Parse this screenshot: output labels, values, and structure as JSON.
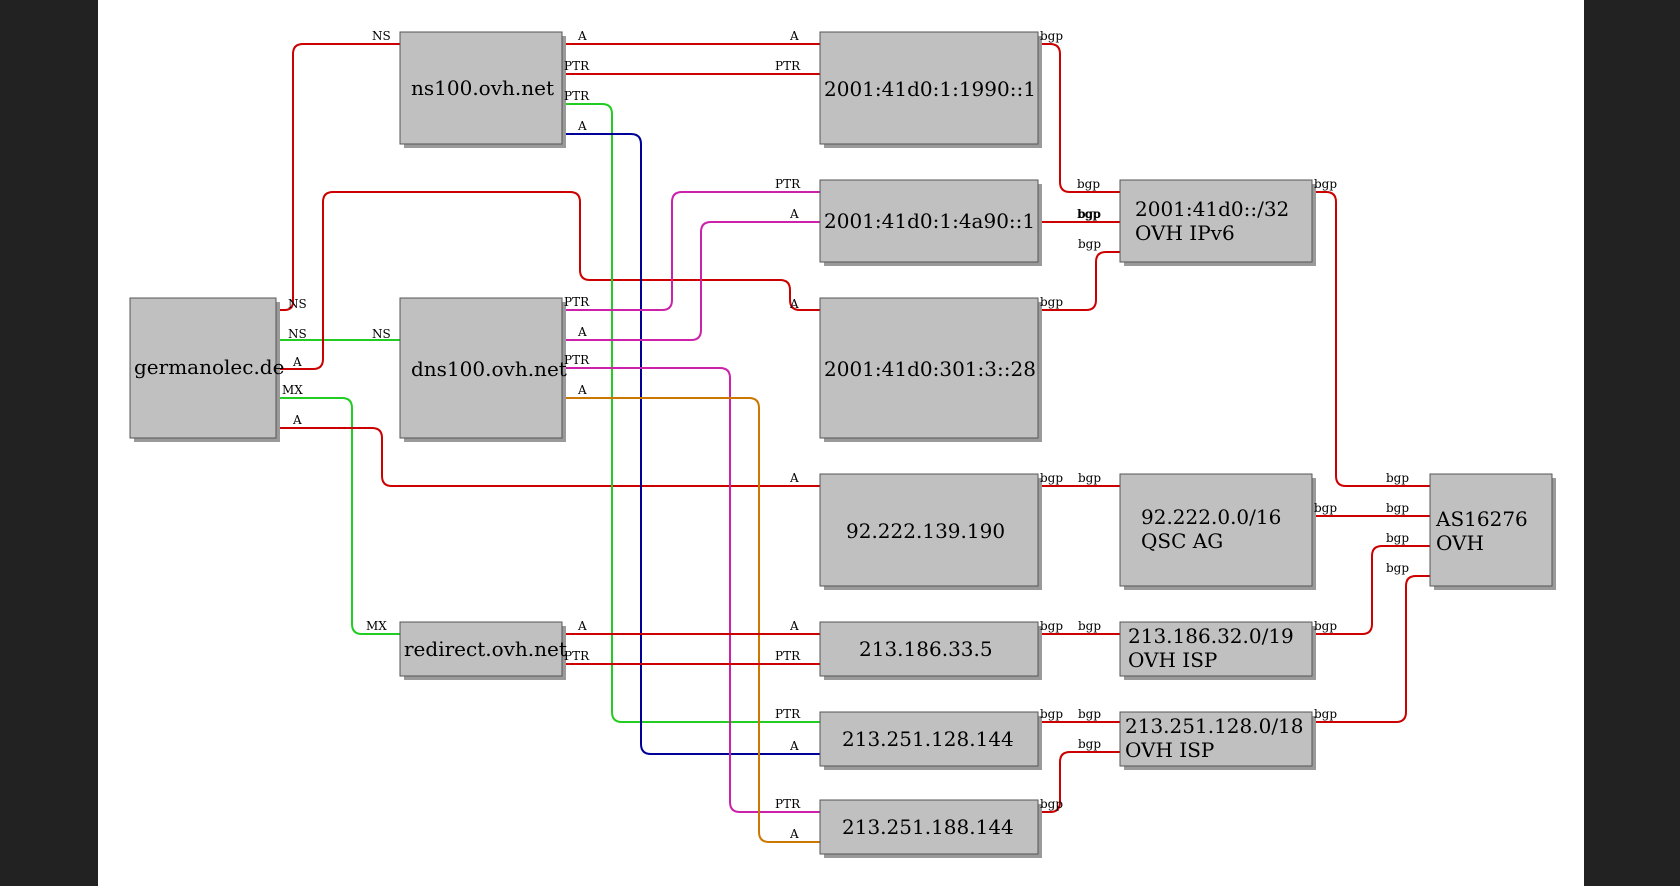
{
  "colors": {
    "frame": "#222222",
    "paper": "#ffffff",
    "node_fill": "#c0c0c0",
    "red": "#cc0000",
    "green": "#22cc22",
    "blue": "#000099",
    "magenta": "#cc22aa",
    "orange": "#cc7700"
  },
  "nodes": [
    {
      "id": "germanolec",
      "lines": [
        "germanolec.de"
      ]
    },
    {
      "id": "ns100",
      "lines": [
        "ns100.ovh.net"
      ]
    },
    {
      "id": "dns100",
      "lines": [
        "dns100.ovh.net"
      ]
    },
    {
      "id": "redirect",
      "lines": [
        "redirect.ovh.net"
      ]
    },
    {
      "id": "ip6_1990",
      "lines": [
        "2001:41d0:1:1990::1"
      ]
    },
    {
      "id": "ip6_4a90",
      "lines": [
        "2001:41d0:1:4a90::1"
      ]
    },
    {
      "id": "ip6_301",
      "lines": [
        "2001:41d0:301:3::28"
      ]
    },
    {
      "id": "ip4_92",
      "lines": [
        "92.222.139.190"
      ]
    },
    {
      "id": "ip4_213_33",
      "lines": [
        "213.186.33.5"
      ]
    },
    {
      "id": "ip4_251_128",
      "lines": [
        "213.251.128.144"
      ]
    },
    {
      "id": "ip4_251_188",
      "lines": [
        "213.251.188.144"
      ]
    },
    {
      "id": "net_ovh6",
      "lines": [
        "2001:41d0::/32",
        "OVH IPv6"
      ]
    },
    {
      "id": "net_qsc",
      "lines": [
        "92.222.0.0/16",
        "QSC AG"
      ]
    },
    {
      "id": "net_ovh_isp1",
      "lines": [
        "213.186.32.0/19",
        "OVH ISP"
      ]
    },
    {
      "id": "net_ovh_isp2",
      "lines": [
        "213.251.128.0/18",
        "OVH ISP"
      ]
    },
    {
      "id": "as_ovh",
      "lines": [
        "AS16276",
        "OVH"
      ]
    }
  ],
  "edges": [
    {
      "from": "germanolec",
      "to": "ns100",
      "color": "red",
      "from_label": "NS",
      "to_label": "NS"
    },
    {
      "from": "germanolec",
      "to": "dns100",
      "color": "green",
      "from_label": "NS",
      "to_label": "NS"
    },
    {
      "from": "germanolec",
      "to": "ip6_301",
      "color": "red",
      "from_label": "A",
      "to_label": "A"
    },
    {
      "from": "germanolec",
      "to": "redirect",
      "color": "green",
      "from_label": "MX",
      "to_label": "MX"
    },
    {
      "from": "germanolec",
      "to": "ip4_92",
      "color": "red",
      "from_label": "A",
      "to_label": "A"
    },
    {
      "from": "ns100",
      "to": "ip6_1990",
      "color": "red",
      "from_label": "A",
      "to_label": "A"
    },
    {
      "from": "ns100",
      "to": "ip6_1990",
      "color": "red",
      "from_label": "PTR",
      "to_label": "PTR"
    },
    {
      "from": "ns100",
      "to": "ip4_251_128",
      "color": "green",
      "from_label": "PTR",
      "to_label": "PTR"
    },
    {
      "from": "ns100",
      "to": "ip4_251_128",
      "color": "blue",
      "from_label": "A",
      "to_label": "A"
    },
    {
      "from": "dns100",
      "to": "ip6_4a90",
      "color": "magenta",
      "from_label": "PTR",
      "to_label": "PTR"
    },
    {
      "from": "dns100",
      "to": "ip6_4a90",
      "color": "magenta",
      "from_label": "A",
      "to_label": "A"
    },
    {
      "from": "dns100",
      "to": "ip4_251_188",
      "color": "magenta",
      "from_label": "PTR",
      "to_label": "PTR"
    },
    {
      "from": "dns100",
      "to": "ip4_251_188",
      "color": "orange",
      "from_label": "A",
      "to_label": "A"
    },
    {
      "from": "redirect",
      "to": "ip4_213_33",
      "color": "red",
      "from_label": "A",
      "to_label": "A"
    },
    {
      "from": "redirect",
      "to": "ip4_213_33",
      "color": "red",
      "from_label": "PTR",
      "to_label": "PTR"
    },
    {
      "from": "ip6_1990",
      "to": "net_ovh6",
      "color": "red",
      "from_label": "bgp",
      "to_label": "bgp"
    },
    {
      "from": "ip6_4a90",
      "to": "net_ovh6",
      "color": "red",
      "from_label": "bgp",
      "to_label": "bgp"
    },
    {
      "from": "ip6_301",
      "to": "net_ovh6",
      "color": "red",
      "from_label": "bgp",
      "to_label": "bgp"
    },
    {
      "from": "ip4_92",
      "to": "net_qsc",
      "color": "red",
      "from_label": "bgp",
      "to_label": "bgp"
    },
    {
      "from": "ip4_213_33",
      "to": "net_ovh_isp1",
      "color": "red",
      "from_label": "bgp",
      "to_label": "bgp"
    },
    {
      "from": "ip4_251_128",
      "to": "net_ovh_isp2",
      "color": "red",
      "from_label": "bgp",
      "to_label": "bgp"
    },
    {
      "from": "ip4_251_188",
      "to": "net_ovh_isp2",
      "color": "red",
      "from_label": "bgp",
      "to_label": "bgp"
    },
    {
      "from": "net_ovh6",
      "to": "as_ovh",
      "color": "red",
      "from_label": "bgp",
      "to_label": "bgp"
    },
    {
      "from": "net_qsc",
      "to": "as_ovh",
      "color": "red",
      "from_label": "bgp",
      "to_label": "bgp"
    },
    {
      "from": "net_ovh_isp1",
      "to": "as_ovh",
      "color": "red",
      "from_label": "bgp",
      "to_label": "bgp"
    },
    {
      "from": "net_ovh_isp2",
      "to": "as_ovh",
      "color": "red",
      "from_label": "bgp",
      "to_label": "bgp"
    }
  ]
}
